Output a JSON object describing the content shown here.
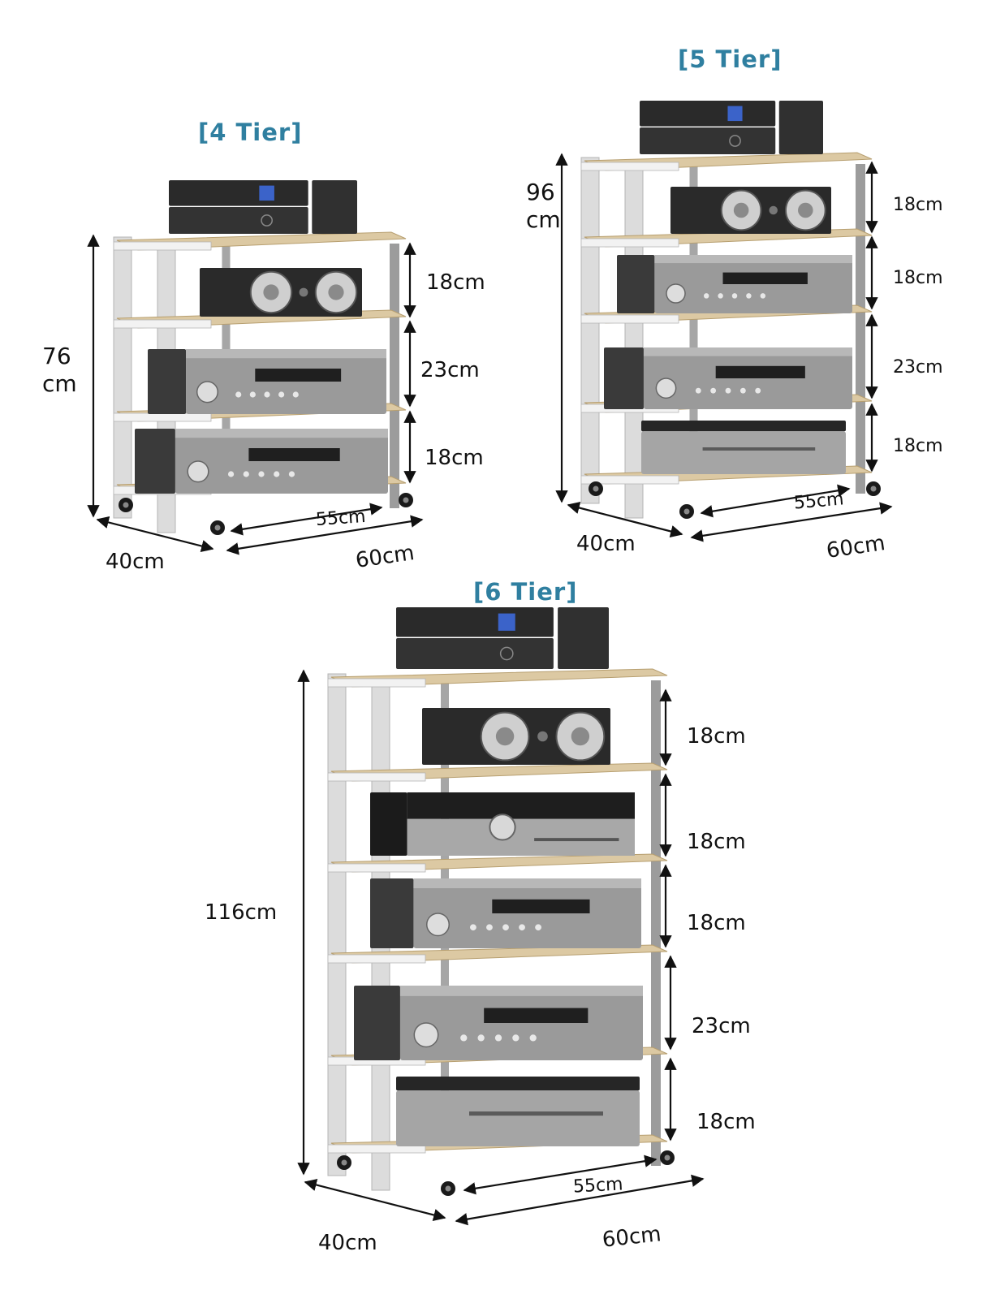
{
  "colors": {
    "title": "#2f7fa0",
    "frame": "#dcdcdc",
    "frame_edge": "#b5b5b5",
    "wood": "#dcc9a3",
    "wood_edge": "#b79f70",
    "device_dark": "#2a2a2a",
    "device_silver": "#9a9a9a",
    "arrow": "#111111"
  },
  "racks": [
    {
      "title": "[4 Tier]",
      "height_label": "76\ncm",
      "spacings": [
        "18cm",
        "23cm",
        "18cm"
      ],
      "inner_width": "55cm",
      "depth": "40cm",
      "width": "60cm"
    },
    {
      "title": "[5 Tier]",
      "height_label": "96\ncm",
      "spacings": [
        "18cm",
        "18cm",
        "23cm",
        "18cm"
      ],
      "inner_width": "55cm",
      "depth": "40cm",
      "width": "60cm"
    },
    {
      "title": "[6 Tier]",
      "height_label": "116cm",
      "spacings": [
        "18cm",
        "18cm",
        "18cm",
        "23cm",
        "18cm"
      ],
      "inner_width": "55cm",
      "depth": "40cm",
      "width": "60cm"
    }
  ]
}
